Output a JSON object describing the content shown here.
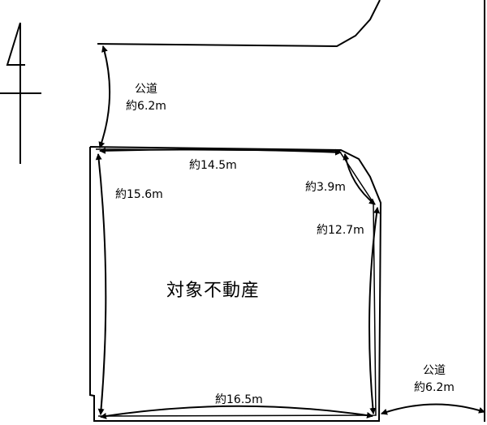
{
  "subject_label": "対象不動産",
  "road_top": {
    "name": "公道",
    "width": "約6.2m"
  },
  "road_right": {
    "name": "公道",
    "width": "約6.2m"
  },
  "dimensions": {
    "top": "約14.5m",
    "left": "約15.6m",
    "corner": "約3.9m",
    "right": "約12.7m",
    "bottom": "約16.5m"
  },
  "north_icon": "north-arrow-icon"
}
